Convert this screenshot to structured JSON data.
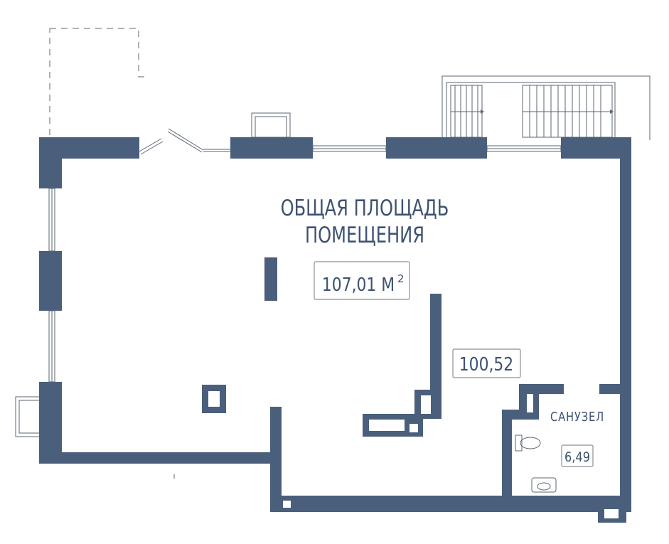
{
  "plan": {
    "title_line1": "ОБЩАЯ ПЛОЩАДЬ",
    "title_line2": "ПОМЕЩЕНИЯ",
    "total_area": "107,01 М",
    "total_area_unit_sup": "2",
    "main_room_area": "100,52",
    "bathroom_label": "САНУЗЕЛ",
    "bathroom_area": "6,49"
  },
  "colors": {
    "wall": "#4a5f7c",
    "line": "#5a6472",
    "text": "#3e5272",
    "label_border": "#8a8f96"
  }
}
